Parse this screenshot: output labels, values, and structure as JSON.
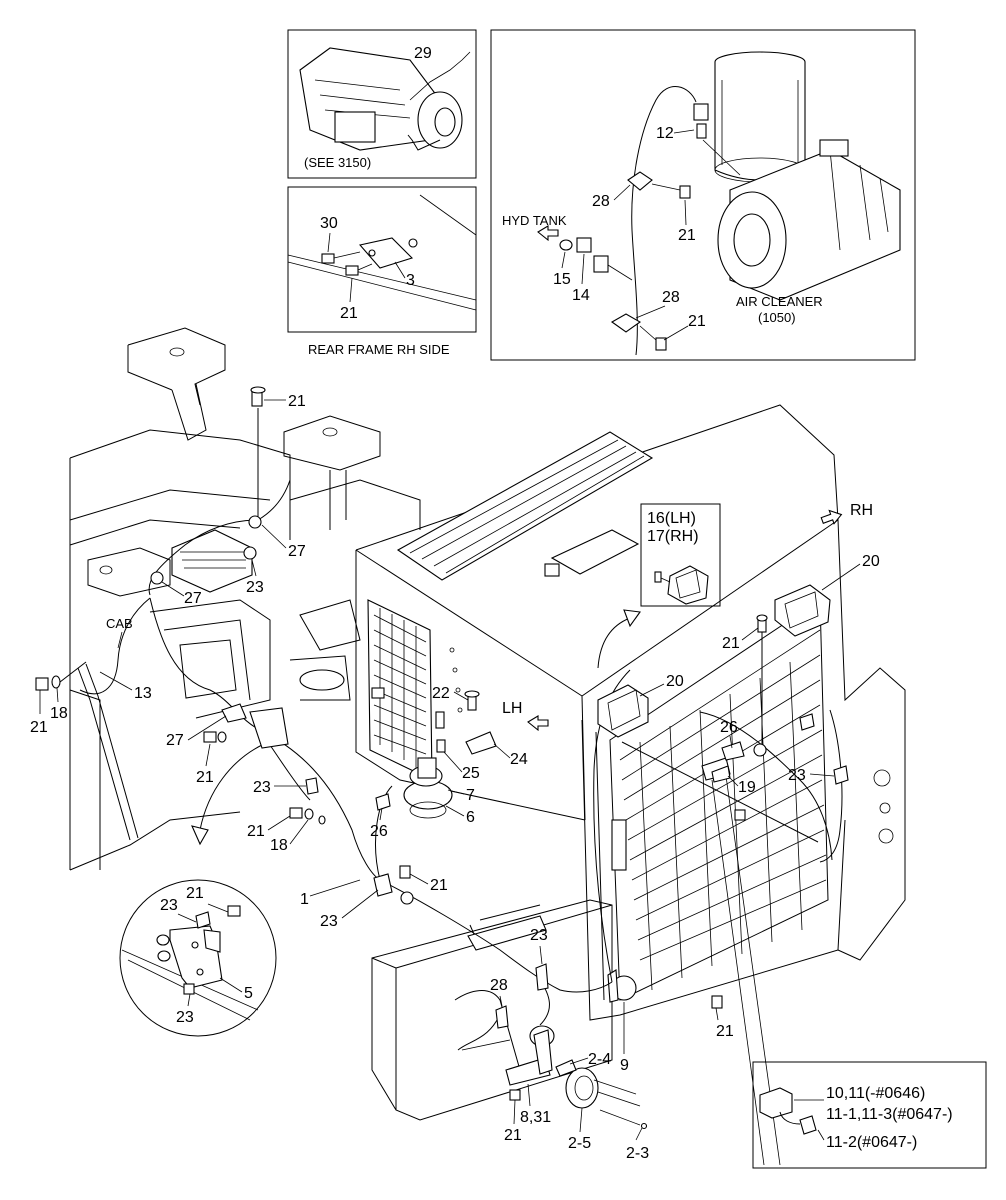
{
  "insets": {
    "pump_ref": "(SEE 3150)",
    "rear_frame_caption": "REAR FRAME RH SIDE",
    "hyd_tank": "HYD TANK",
    "air_cleaner": "AIR CLEANER",
    "air_cleaner_ref": "(1050)",
    "lamp_lh": "16(LH)",
    "lamp_rh": "17(RH)",
    "cab": "CAB",
    "lh": "LH",
    "rh": "RH",
    "connector_10_11": "10,11(-#0646)",
    "connector_11_1_3": "11-1,11-3(#0647-)",
    "connector_11_2": "11-2(#0647-)"
  },
  "callouts": [
    {
      "id": "c29",
      "text": "29"
    },
    {
      "id": "c30",
      "text": "30"
    },
    {
      "id": "c3",
      "text": "3"
    },
    {
      "id": "c21_a",
      "text": "21"
    },
    {
      "id": "c12",
      "text": "12"
    },
    {
      "id": "c28_a",
      "text": "28"
    },
    {
      "id": "c21_b",
      "text": "21"
    },
    {
      "id": "c15",
      "text": "15"
    },
    {
      "id": "c14",
      "text": "14"
    },
    {
      "id": "c28_b",
      "text": "28"
    },
    {
      "id": "c21_c",
      "text": "21"
    },
    {
      "id": "c21_d",
      "text": "21"
    },
    {
      "id": "c27_a",
      "text": "27"
    },
    {
      "id": "c23_a",
      "text": "23"
    },
    {
      "id": "c27_b",
      "text": "27"
    },
    {
      "id": "c21_e",
      "text": "21"
    },
    {
      "id": "c18_a",
      "text": "18"
    },
    {
      "id": "c13",
      "text": "13"
    },
    {
      "id": "c27_c",
      "text": "27"
    },
    {
      "id": "c21_f",
      "text": "21"
    },
    {
      "id": "c23_b",
      "text": "23"
    },
    {
      "id": "c21_g",
      "text": "21"
    },
    {
      "id": "c18_b",
      "text": "18"
    },
    {
      "id": "c22",
      "text": "22"
    },
    {
      "id": "c24",
      "text": "24"
    },
    {
      "id": "c25",
      "text": "25"
    },
    {
      "id": "c7",
      "text": "7"
    },
    {
      "id": "c6",
      "text": "6"
    },
    {
      "id": "c26_a",
      "text": "26"
    },
    {
      "id": "c1",
      "text": "1"
    },
    {
      "id": "c21_h",
      "text": "21"
    },
    {
      "id": "c23_c",
      "text": "23"
    },
    {
      "id": "c21_i",
      "text": "21"
    },
    {
      "id": "c23_d",
      "text": "23"
    },
    {
      "id": "c5",
      "text": "5"
    },
    {
      "id": "c23_e",
      "text": "23"
    },
    {
      "id": "c23_f",
      "text": "23"
    },
    {
      "id": "c28_c",
      "text": "28"
    },
    {
      "id": "c2_4",
      "text": "2-4"
    },
    {
      "id": "c9",
      "text": "9"
    },
    {
      "id": "c21_j",
      "text": "21"
    },
    {
      "id": "c8_31",
      "text": "8,31"
    },
    {
      "id": "c21_k",
      "text": "21"
    },
    {
      "id": "c2_5",
      "text": "2-5"
    },
    {
      "id": "c2_3",
      "text": "2-3"
    },
    {
      "id": "c20_a",
      "text": "20"
    },
    {
      "id": "c21_l",
      "text": "21"
    },
    {
      "id": "c20_b",
      "text": "20"
    },
    {
      "id": "c26_b",
      "text": "26"
    },
    {
      "id": "c23_g",
      "text": "23"
    },
    {
      "id": "c19",
      "text": "19"
    }
  ]
}
